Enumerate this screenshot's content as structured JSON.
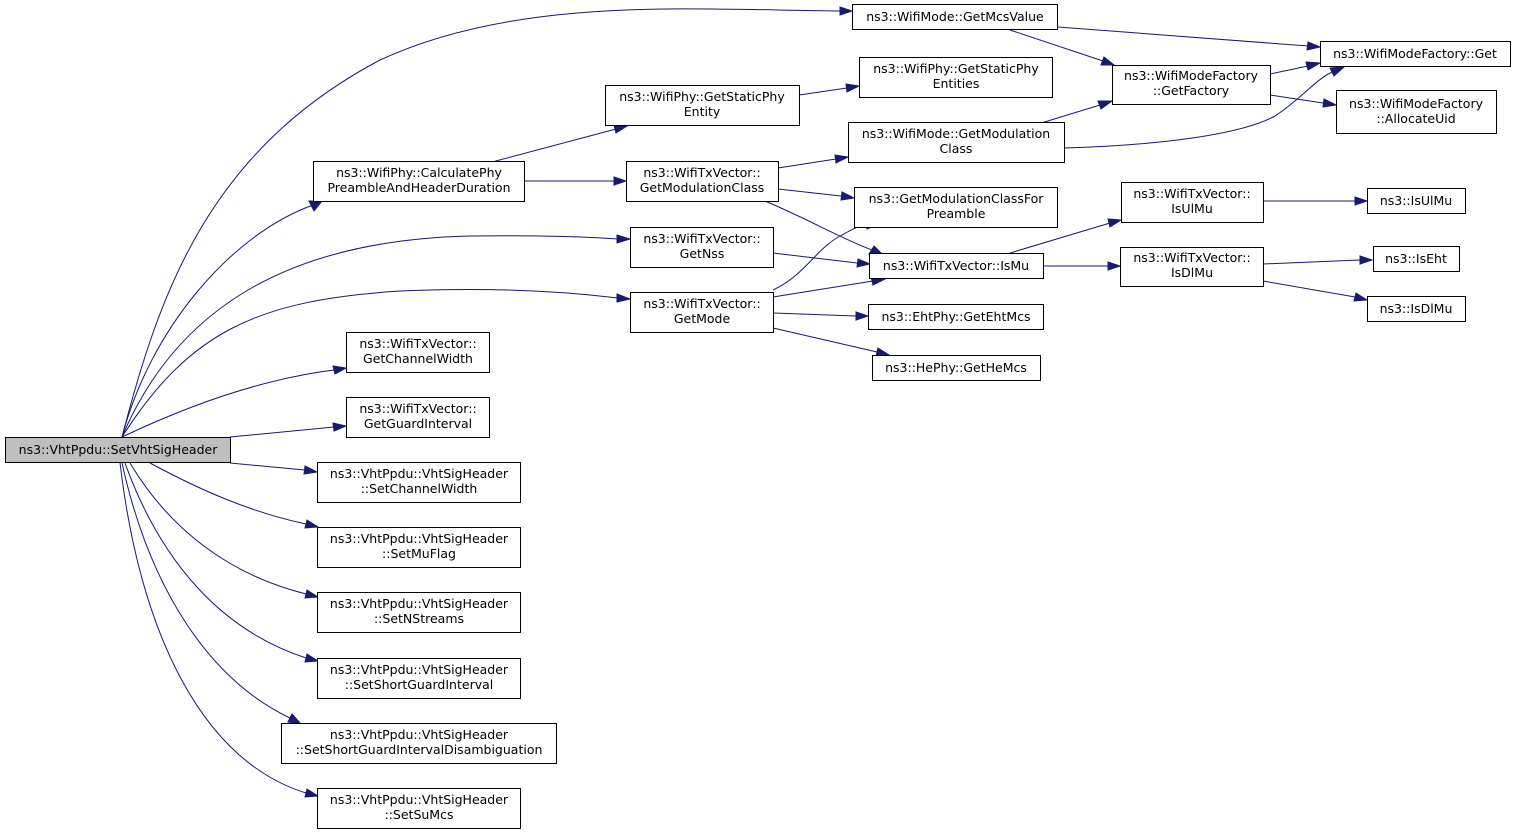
{
  "nodes": {
    "root": [
      "ns3::VhtPpdu::SetVhtSigHeader"
    ],
    "getMcsValue": [
      "ns3::WifiMode::GetMcsValue"
    ],
    "factoryGet": [
      "ns3::WifiModeFactory::Get"
    ],
    "getFactory": [
      "ns3::WifiModeFactory",
      "::GetFactory"
    ],
    "allocateUid": [
      "ns3::WifiModeFactory",
      "::AllocateUid"
    ],
    "staticPhyEntities": [
      "ns3::WifiPhy::GetStaticPhy",
      "Entities"
    ],
    "staticPhyEntity": [
      "ns3::WifiPhy::GetStaticPhy",
      "Entity"
    ],
    "modeGetModulationClass": [
      "ns3::WifiMode::GetModulation",
      "Class"
    ],
    "calcPreamble": [
      "ns3::WifiPhy::CalculatePhy",
      "PreambleAndHeaderDuration"
    ],
    "txvGetModulationClass": [
      "ns3::WifiTxVector::",
      "GetModulationClass"
    ],
    "getModClassForPreamble": [
      "ns3::GetModulationClassFor",
      "Preamble"
    ],
    "isUlMuTxv": [
      "ns3::WifiTxVector::",
      "IsUlMu"
    ],
    "isUlMu": [
      "ns3::IsUlMu"
    ],
    "getNss": [
      "ns3::WifiTxVector::",
      "GetNss"
    ],
    "isMuTxv": [
      "ns3::WifiTxVector::IsMu"
    ],
    "isDlMuTxv": [
      "ns3::WifiTxVector::",
      "IsDlMu"
    ],
    "isEht": [
      "ns3::IsEht"
    ],
    "getMode": [
      "ns3::WifiTxVector::",
      "GetMode"
    ],
    "isDlMu": [
      "ns3::IsDlMu"
    ],
    "getEhtMcs": [
      "ns3::EhtPhy::GetEhtMcs"
    ],
    "getHeMcs": [
      "ns3::HePhy::GetHeMcs"
    ],
    "getChannelWidth": [
      "ns3::WifiTxVector::",
      "GetChannelWidth"
    ],
    "getGuardInterval": [
      "ns3::WifiTxVector::",
      "GetGuardInterval"
    ],
    "setChannelWidth": [
      "ns3::VhtPpdu::VhtSigHeader",
      "::SetChannelWidth"
    ],
    "setMuFlag": [
      "ns3::VhtPpdu::VhtSigHeader",
      "::SetMuFlag"
    ],
    "setNStreams": [
      "ns3::VhtPpdu::VhtSigHeader",
      "::SetNStreams"
    ],
    "setShortGuardInterval": [
      "ns3::VhtPpdu::VhtSigHeader",
      "::SetShortGuardInterval"
    ],
    "setSgiDisambiguation": [
      "ns3::VhtPpdu::VhtSigHeader",
      "::SetShortGuardIntervalDisambiguation"
    ],
    "setSuMcs": [
      "ns3::VhtPpdu::VhtSigHeader",
      "::SetSuMcs"
    ]
  },
  "colors": {
    "edge": "#191970",
    "root_fill": "#bfbfbf",
    "node_fill": "#ffffff",
    "node_stroke": "#000000"
  }
}
